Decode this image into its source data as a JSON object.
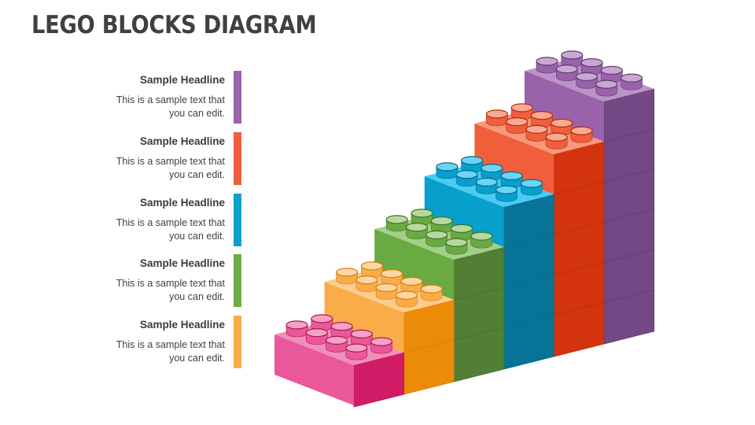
{
  "title": "LEGO BLOCKS DIAGRAM",
  "items": [
    {
      "headline": "Sample Headline",
      "text_line1": "This is a sample text that",
      "text_line2": "you can edit.",
      "color": "#9B63AA"
    },
    {
      "headline": "Sample Headline",
      "text_line1": "This is a sample text that",
      "text_line2": "you can edit.",
      "color": "#F15E3E"
    },
    {
      "headline": "Sample Headline",
      "text_line1": "This is a sample text that",
      "text_line2": "you can edit.",
      "color": "#0AA0CE"
    },
    {
      "headline": "Sample Headline",
      "text_line1": "This is a sample text that",
      "text_line2": "you can edit.",
      "color": "#6DAB44"
    },
    {
      "headline": "Sample Headline",
      "text_line1": "This is a sample text that",
      "text_line2": "you can edit.",
      "color": "#F8AD4A"
    }
  ],
  "blocks": [
    {
      "name": "pink",
      "front": "#E9589A",
      "top": "#F08FBA",
      "side": "#D31C68",
      "stud": "#E9589A",
      "stud_top": "#F3A3C6",
      "edge": "#B01553"
    },
    {
      "name": "orange",
      "front": "#F9AC48",
      "top": "#FCCB8D",
      "side": "#EB8B08",
      "stud": "#F9AC48",
      "stud_top": "#FDD7A4",
      "edge": "#D77E0B"
    },
    {
      "name": "green",
      "front": "#6AAA42",
      "top": "#A3CF86",
      "side": "#517F34",
      "stud": "#6AAA42",
      "stud_top": "#B6D99E",
      "edge": "#44702B"
    },
    {
      "name": "blue",
      "front": "#079FCC",
      "top": "#48CBF4",
      "side": "#077497",
      "stud": "#079FCC",
      "stud_top": "#6CD5F6",
      "edge": "#056A8A"
    },
    {
      "name": "red",
      "front": "#F15E3C",
      "top": "#F7977C",
      "side": "#D3330F",
      "stud": "#F15E3C",
      "stud_top": "#F9AA94",
      "edge": "#B52A0A"
    },
    {
      "name": "purple",
      "front": "#9A62AA",
      "top": "#B994C6",
      "side": "#734885",
      "stud": "#9A62AA",
      "stud_top": "#C7A8D2",
      "edge": "#5F3A6E"
    }
  ]
}
